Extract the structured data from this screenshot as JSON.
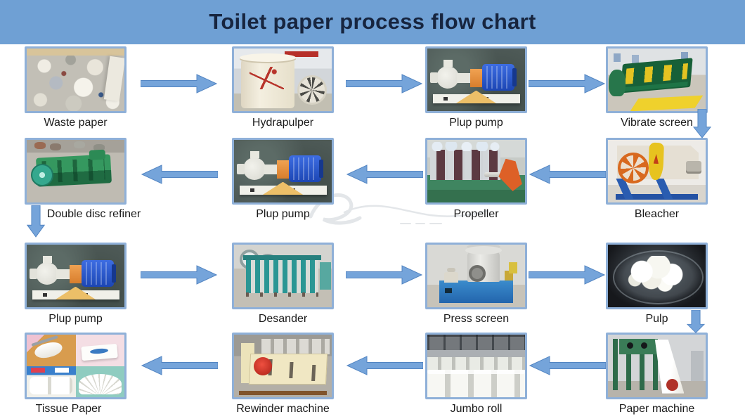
{
  "title": "Toilet paper process flow chart",
  "rows": [
    {
      "items": [
        {
          "label": "Waste paper"
        },
        {
          "label": "Hydrapulper"
        },
        {
          "label": "Plup pump"
        },
        {
          "label": "Vibrate screen"
        }
      ]
    },
    {
      "items": [
        {
          "label": "Double disc refiner"
        },
        {
          "label": "Plup pump"
        },
        {
          "label": "Propeller"
        },
        {
          "label": "Bleacher"
        }
      ]
    },
    {
      "items": [
        {
          "label": "Plup pump"
        },
        {
          "label": "Desander"
        },
        {
          "label": "Press screen"
        },
        {
          "label": "Pulp"
        }
      ]
    },
    {
      "items": [
        {
          "label": "Tissue Paper"
        },
        {
          "label": "Rewinder machine"
        },
        {
          "label": "Jumbo roll"
        },
        {
          "label": "Paper machine"
        }
      ]
    }
  ],
  "flow_sequence": [
    "Waste paper",
    "Hydrapulper",
    "Plup pump",
    "Vibrate screen",
    "Bleacher",
    "Propeller",
    "Plup pump",
    "Double disc refiner",
    "Plup pump",
    "Desander",
    "Press screen",
    "Pulp",
    "Paper machine",
    "Jumbo roll",
    "Rewinder machine",
    "Tissue Paper"
  ],
  "colors": {
    "header_background": "#6FA0D4",
    "title_text": "#17253F",
    "canvas_background": "#FFFFFF",
    "arrow_fill": "#75A4DA",
    "arrow_border": "#5385C2",
    "photo_border": "#8FB0D8",
    "label_text": "#1A1A1A"
  }
}
